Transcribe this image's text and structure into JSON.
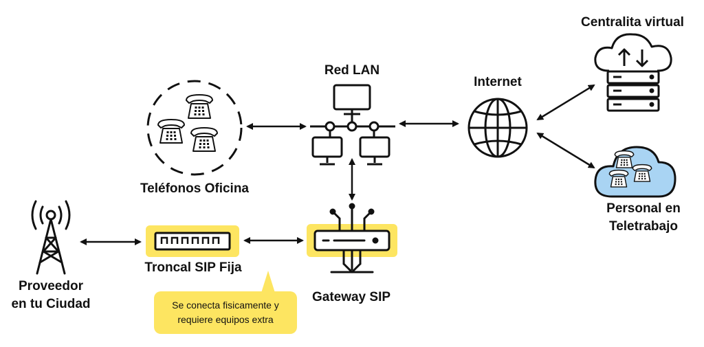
{
  "nodes": {
    "telefonos": {
      "label": "Teléfonos Oficina"
    },
    "red_lan": {
      "label": "Red LAN"
    },
    "internet": {
      "label": "Internet"
    },
    "centralita": {
      "label": "Centralita virtual"
    },
    "teletrabajo": {
      "label_line1": "Personal en",
      "label_line2": "Teletrabajo"
    },
    "proveedor": {
      "label_line1": "Proveedor",
      "label_line2": "en tu Ciudad"
    },
    "troncal": {
      "label": "Troncal SIP Fija"
    },
    "gateway": {
      "label": "Gateway SIP"
    }
  },
  "callout": {
    "line1": "Se conecta fisicamente y",
    "line2": "requiere equipos extra"
  },
  "colors": {
    "highlight": "#fde561",
    "cloud_blue": "#a9d4f3",
    "stroke": "#111111"
  },
  "icons": {
    "telefonos": "desk-phones-icon",
    "red_lan": "lan-network-icon",
    "internet": "globe-icon",
    "centralita": "cloud-server-icon",
    "teletrabajo": "cloud-phones-icon",
    "proveedor": "radio-tower-icon",
    "troncal": "sip-trunk-icon",
    "gateway": "gateway-router-icon"
  }
}
